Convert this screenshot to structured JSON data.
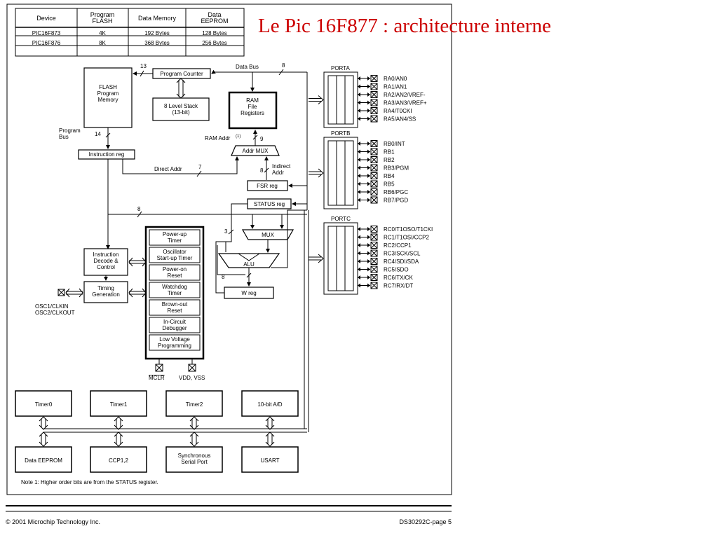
{
  "title": "Le Pic 16F877 : architecture interne",
  "table": {
    "headers": [
      "Device",
      "Program\nFLASH",
      "Data Memory",
      "Data\nEEPROM"
    ],
    "rows": [
      [
        "PIC16F873",
        "4K",
        "192 Bytes",
        "128 Bytes"
      ],
      [
        "PIC16F876",
        "8K",
        "368 Bytes",
        "256 Bytes"
      ]
    ]
  },
  "blocks": {
    "flash": "FLASH\nProgram\nMemory",
    "program_counter": "Program Counter",
    "stack": "8 Level Stack\n(13-bit)",
    "ram": "RAM\nFile\nRegisters",
    "ram_addr": "RAM Addr",
    "ram_addr_note": "(1)",
    "addr_mux": "Addr MUX",
    "instruction_reg": "Instruction reg",
    "direct_addr": "Direct Addr",
    "indirect_addr": "Indirect\nAddr",
    "fsr_reg": "FSR reg",
    "status_reg": "STATUS reg",
    "mux": "MUX",
    "alu": "ALU",
    "w_reg": "W reg",
    "instruction_decode": "Instruction\nDecode &\nControl",
    "timing": "Timing\nGeneration",
    "program_bus": "Program\nBus",
    "data_bus": "Data Bus",
    "osc_pins": "OSC1/CLKIN\nOSC2/CLKOUT",
    "mclr": "MCLR",
    "vdd_vss": "VDD, VSS"
  },
  "bus_widths": {
    "pc_to_flash": "13",
    "data_bus": "8",
    "program_bus": "14",
    "ram_addr": "9",
    "direct_addr": "7",
    "indirect_addr": "8",
    "decode_line": "8",
    "mux_in": "3",
    "w_line": "8"
  },
  "support_blocks": [
    "Power-up\nTimer",
    "Oscillator\nStart-up Timer",
    "Power-on\nReset",
    "Watchdog\nTimer",
    "Brown-out\nReset",
    "In-Circuit\nDebugger",
    "Low Voltage\nProgramming"
  ],
  "ports": [
    {
      "name": "PORTA",
      "pins": [
        "RA0/AN0",
        "RA1/AN1",
        "RA2/AN2/VREF-",
        "RA3/AN3/VREF+",
        "RA4/T0CKI",
        "RA5/AN4/SS"
      ]
    },
    {
      "name": "PORTB",
      "pins": [
        "RB0/INT",
        "RB1",
        "RB2",
        "RB3/PGM",
        "RB4",
        "RB5",
        "RB6/PGC",
        "RB7/PGD"
      ]
    },
    {
      "name": "PORTC",
      "pins": [
        "RC0/T1OSO/T1CKI",
        "RC1/T1OSI/CCP2",
        "RC2/CCP1",
        "RC3/SCK/SCL",
        "RC4/SDI/SDA",
        "RC5/SDO",
        "RC6/TX/CK",
        "RC7/RX/DT"
      ]
    }
  ],
  "peripherals_top": [
    "Timer0",
    "Timer1",
    "Timer2",
    "10-bit A/D"
  ],
  "peripherals_bottom": [
    "Data EEPROM",
    "CCP1,2",
    "Synchronous\nSerial Port",
    "USART"
  ],
  "note": "Note  1:  Higher order bits are from the STATUS register.",
  "footer": {
    "copyright": "© 2001 Microchip Technology Inc.",
    "page": "DS30292C-page 5"
  }
}
